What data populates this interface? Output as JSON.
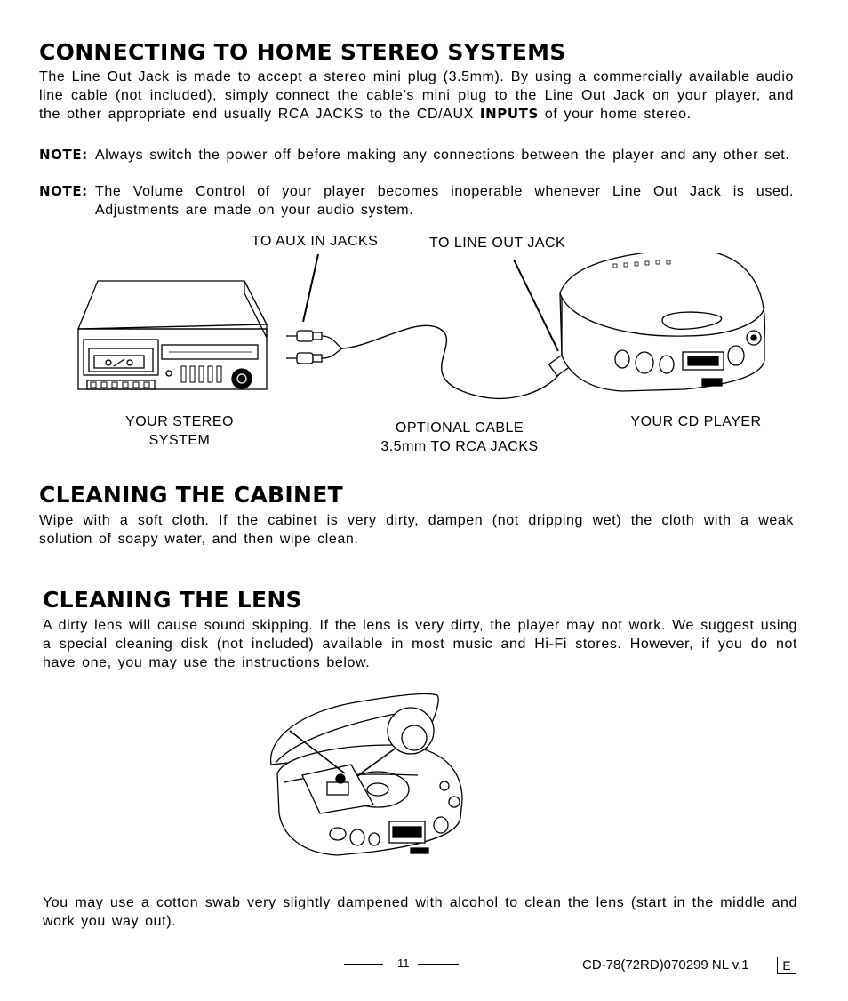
{
  "section1": {
    "heading": "CONNECTING TO HOME STEREO SYSTEMS",
    "para_before": "The Line Out Jack is made to accept a stereo mini plug (3.5mm). By using a commercially available audio line cable (not included), simply connect the cable’s mini plug to the Line Out Jack on your player, and the other appropriate end usually RCA JACKS to the CD/AUX",
    "para_bold": "INPUTS",
    "para_after": "of your home stereo.",
    "notes": [
      {
        "label": "NOTE:",
        "text": "Always switch the power off before making any connections between the player and any other set."
      },
      {
        "label": "NOTE:",
        "text": "The Volume Control of your player becomes inoperable whenever Line Out Jack is used. Adjustments are made on your audio system."
      }
    ]
  },
  "diagram1": {
    "label_aux": "TO AUX IN JACKS",
    "label_lineout": "TO LINE OUT JACK",
    "label_stereo_1": "YOUR STEREO",
    "label_stereo_2": "SYSTEM",
    "label_cable_1": "OPTIONAL CABLE",
    "label_cable_2": "3.5mm TO RCA JACKS",
    "label_player": "YOUR CD PLAYER"
  },
  "section2": {
    "heading": "CLEANING THE CABINET",
    "text": "Wipe with a soft cloth. If the cabinet is very dirty, dampen (not dripping wet) the cloth with a weak solution of soapy water, and then wipe clean."
  },
  "section3": {
    "heading": "CLEANING THE LENS",
    "text": "A dirty lens will cause sound skipping. If the lens is very dirty, the player may not work. We suggest using a special cleaning disk (not included) available in most music and Hi-Fi stores. However, if you do not have one, you may use the instructions below.",
    "text2": "You may use a cotton swab very slightly dampened with alcohol to clean the lens (start in the middle and work you way out)."
  },
  "footer": {
    "page_number": "11",
    "model": "CD-78(72RD)070299 NL v.1",
    "lang": "E"
  }
}
